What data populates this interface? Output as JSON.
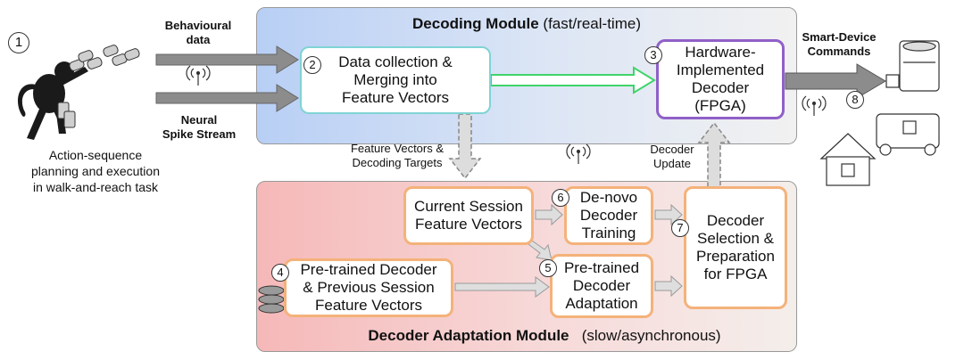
{
  "monkey": {
    "step": "1",
    "caption": "Action-sequence\nplanning and execution\nin walk-and-reach task"
  },
  "inputs": {
    "behavioural": "Behavioural\ndata",
    "neural": "Neural\nSpike Stream"
  },
  "decoding_module": {
    "title_bold": "Decoding Module",
    "title_rest": " (fast/real-time)",
    "data_collection": {
      "step": "2",
      "label": "Data collection &\nMerging into\nFeature Vectors"
    },
    "hardware_decoder": {
      "step": "3",
      "label": "Hardware-\nImplemented\nDecoder\n(FPGA)"
    }
  },
  "links": {
    "feature_targets": "Feature Vectors &\nDecoding Targets",
    "decoder_update": "Decoder\nUpdate"
  },
  "output": {
    "commands": "Smart-Device\nCommands",
    "step": "8"
  },
  "adaptation_module": {
    "title_bold": "Decoder Adaptation Module",
    "title_rest": "(slow/asynchronous)",
    "current_session": {
      "label": "Current Session\nFeature Vectors"
    },
    "denovo": {
      "step": "6",
      "label": "De-novo\nDecoder\nTraining"
    },
    "pretrained_adapt": {
      "step": "5",
      "label": "Pre-trained\nDecoder\nAdaptation"
    },
    "pretrained_prev": {
      "step": "4",
      "label": "Pre-trained Decoder\n& Previous Session\nFeature Vectors"
    },
    "selection": {
      "step": "7",
      "label": "Decoder\nSelection &\nPreparation\nfor FPGA"
    }
  },
  "colors": {
    "orange_border": "#f4b27a",
    "teal_border": "#7fd4d4",
    "purple_border": "#9060c8",
    "green_arrow": "#3fd46a"
  }
}
